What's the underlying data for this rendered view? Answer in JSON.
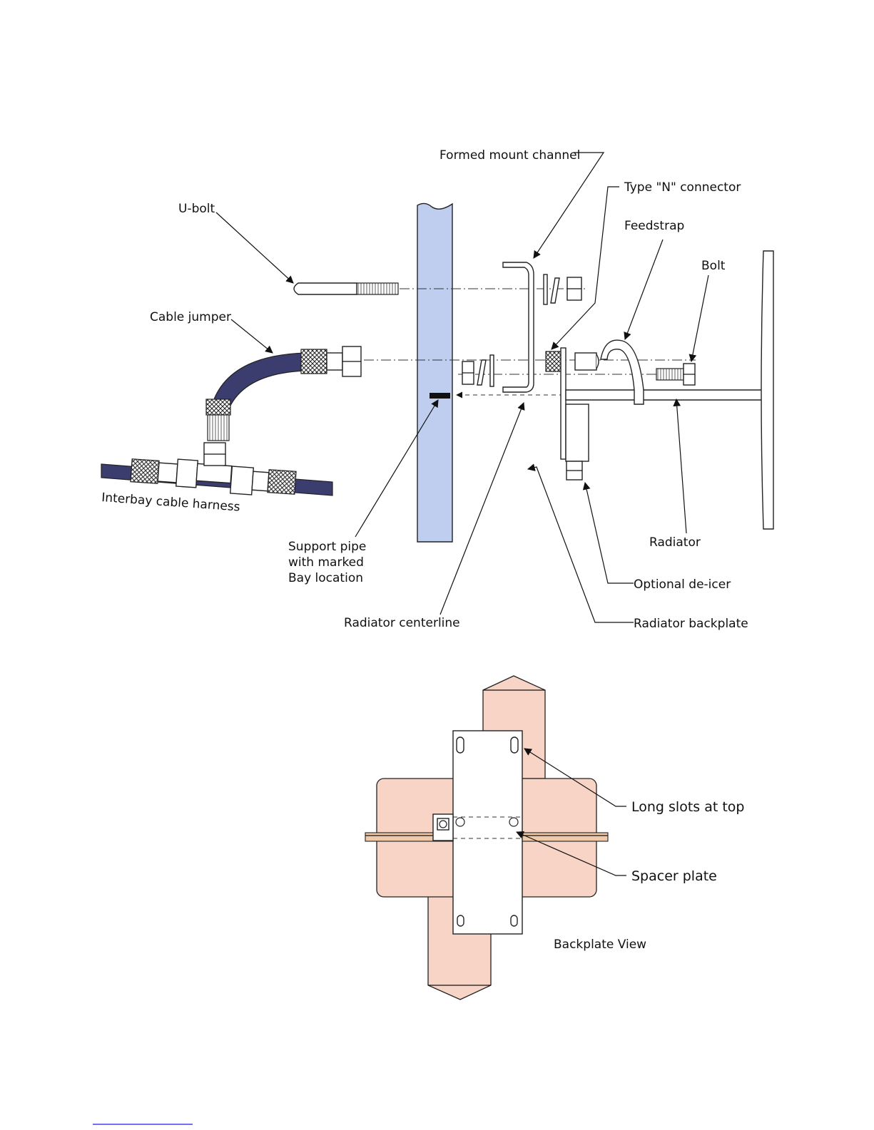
{
  "colors": {
    "pipe_fill": "#bfcdef",
    "cable_fill": "#3a3d6e",
    "backplate_fill": "#f7d4c6",
    "bar_fill": "#f0c9a9",
    "link_line": "#1a1aee"
  },
  "labels": {
    "formed_mount_channel": "Formed mount channel",
    "type_n_connector": "Type \"N\" connector",
    "u_bolt": "U-bolt",
    "feedstrap": "Feedstrap",
    "bolt": "Bolt",
    "cable_jumper": "Cable jumper",
    "interbay_cable_harness": "Interbay cable harness",
    "support_pipe_l1": "Support pipe",
    "support_pipe_l2": "with marked",
    "support_pipe_l3": "Bay location",
    "radiator": "Radiator",
    "optional_de_icer": "Optional de-icer",
    "radiator_centerline": "Radiator centerline",
    "radiator_backplate": "Radiator backplate",
    "long_slots_at_top": "Long slots at top",
    "spacer_plate": "Spacer plate",
    "backplate_view": "Backplate View"
  }
}
